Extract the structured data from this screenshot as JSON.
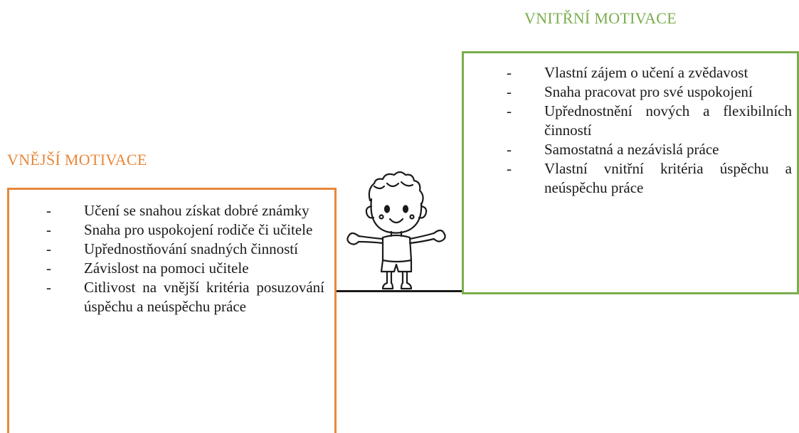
{
  "intrinsic": {
    "heading": "VNITŘNÍ MOTIVACE",
    "color": "#7aad4c",
    "items": [
      "Vlastní zájem o učení a zvědavost",
      "Snaha pracovat pro své uspokojení",
      "Upřednostnění nových a flexibilních činností",
      "Samostatná a nezávislá práce",
      "Vlastní vnitřní kritéria úspěchu a neúspěchu práce"
    ]
  },
  "extrinsic": {
    "heading": "VNĚJŠÍ MOTIVACE",
    "color": "#e8873a",
    "items": [
      "Učení se snahou získat dobré známky",
      "Snaha pro uspokojení rodiče či učitele",
      "Upřednostňování snadných činností",
      "Závislost na pomoci učitele",
      "Citlivost na vnější kritéria posuzování úspěchu a neúspěchu práce"
    ]
  },
  "bullet_symbol": "-",
  "illustration": {
    "icon": "child-cartoon-icon"
  }
}
